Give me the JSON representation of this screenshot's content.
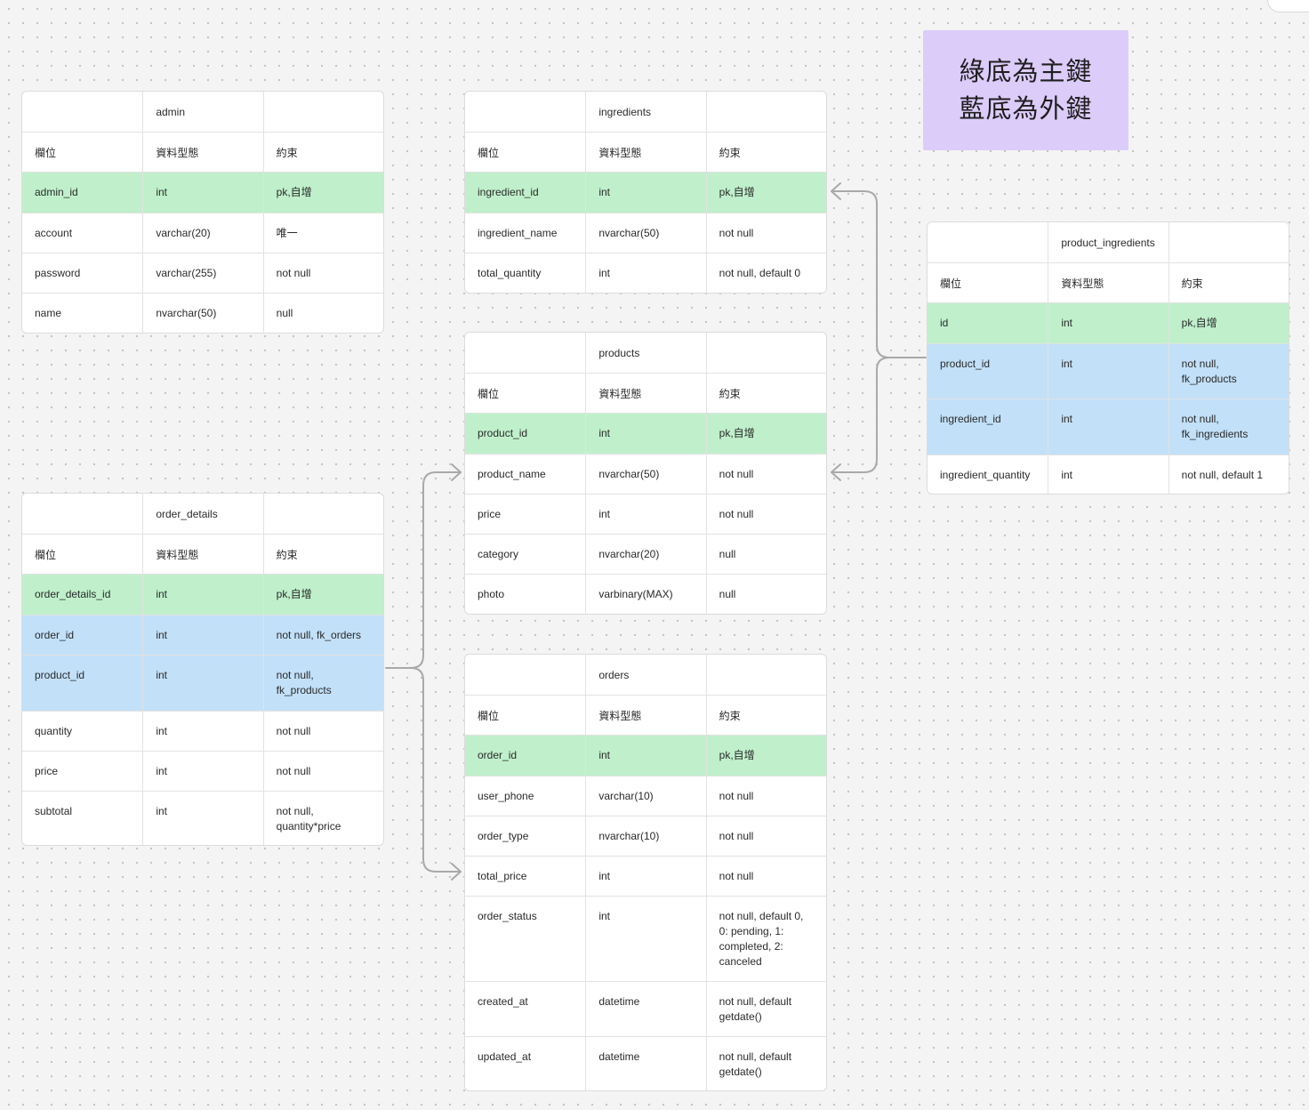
{
  "legend": {
    "line1": "綠底為主鍵",
    "line2": "藍底為外鍵"
  },
  "colors": {
    "pk": "#bff0cb",
    "fk": "#c2e0f8",
    "note": "#dcccfa",
    "connector": "#a9a9a9"
  },
  "tables": {
    "admin": {
      "title": "admin",
      "columns": [
        "欄位",
        "資料型態",
        "約束"
      ],
      "rows": [
        {
          "name": "admin_id",
          "type": "int",
          "constraint": "pk,自增",
          "key": "pk"
        },
        {
          "name": "account",
          "type": "varchar(20)",
          "constraint": "唯一",
          "key": ""
        },
        {
          "name": "password",
          "type": "varchar(255)",
          "constraint": "not null",
          "key": ""
        },
        {
          "name": "name",
          "type": "nvarchar(50)",
          "constraint": "null",
          "key": ""
        }
      ]
    },
    "ingredients": {
      "title": "ingredients",
      "columns": [
        "欄位",
        "資料型態",
        "約束"
      ],
      "rows": [
        {
          "name": "ingredient_id",
          "type": "int",
          "constraint": "pk,自增",
          "key": "pk"
        },
        {
          "name": "ingredient_name",
          "type": "nvarchar(50)",
          "constraint": "not null",
          "key": ""
        },
        {
          "name": "total_quantity",
          "type": "int",
          "constraint": "not null, default 0",
          "key": ""
        }
      ]
    },
    "products": {
      "title": "products",
      "columns": [
        "欄位",
        "資料型態",
        "約束"
      ],
      "rows": [
        {
          "name": "product_id",
          "type": "int",
          "constraint": "pk,自增",
          "key": "pk"
        },
        {
          "name": "product_name",
          "type": "nvarchar(50)",
          "constraint": "not null",
          "key": ""
        },
        {
          "name": "price",
          "type": "int",
          "constraint": "not null",
          "key": ""
        },
        {
          "name": "category",
          "type": "nvarchar(20)",
          "constraint": "null",
          "key": ""
        },
        {
          "name": "photo",
          "type": "varbinary(MAX)",
          "constraint": "null",
          "key": ""
        }
      ]
    },
    "product_ingredients": {
      "title": "product_ingredients",
      "columns": [
        "欄位",
        "資料型態",
        "約束"
      ],
      "rows": [
        {
          "name": "id",
          "type": "int",
          "constraint": "pk,自增",
          "key": "pk"
        },
        {
          "name": "product_id",
          "type": "int",
          "constraint": "not null,\nfk_products",
          "key": "fk"
        },
        {
          "name": "ingredient_id",
          "type": "int",
          "constraint": "not null,\nfk_ingredients",
          "key": "fk"
        },
        {
          "name": "ingredient_quantity",
          "type": "int",
          "constraint": "not null, default 1",
          "key": ""
        }
      ]
    },
    "order_details": {
      "title": "order_details",
      "columns": [
        "欄位",
        "資料型態",
        "約束"
      ],
      "rows": [
        {
          "name": "order_details_id",
          "type": "int",
          "constraint": "pk,自增",
          "key": "pk"
        },
        {
          "name": "order_id",
          "type": "int",
          "constraint": "not null, fk_orders",
          "key": "fk"
        },
        {
          "name": "product_id",
          "type": "int",
          "constraint": "not null,\nfk_products",
          "key": "fk"
        },
        {
          "name": "quantity",
          "type": "int",
          "constraint": "not null",
          "key": ""
        },
        {
          "name": "price",
          "type": "int",
          "constraint": "not null",
          "key": ""
        },
        {
          "name": "subtotal",
          "type": "int",
          "constraint": "not null,\nquantity*price",
          "key": ""
        }
      ]
    },
    "orders": {
      "title": "orders",
      "columns": [
        "欄位",
        "資料型態",
        "約束"
      ],
      "rows": [
        {
          "name": "order_id",
          "type": "int",
          "constraint": "pk,自增",
          "key": "pk"
        },
        {
          "name": "user_phone",
          "type": "varchar(10)",
          "constraint": "not null",
          "key": ""
        },
        {
          "name": "order_type",
          "type": "nvarchar(10)",
          "constraint": "not null",
          "key": ""
        },
        {
          "name": "total_price",
          "type": "int",
          "constraint": "not null",
          "key": ""
        },
        {
          "name": "order_status",
          "type": "int",
          "constraint": "not null, default 0,\n0: pending, 1:\ncompleted, 2:\ncanceled",
          "key": ""
        },
        {
          "name": "created_at",
          "type": "datetime",
          "constraint": "not null, default\ngetdate()",
          "key": ""
        },
        {
          "name": "updated_at",
          "type": "datetime",
          "constraint": "not null, default\ngetdate()",
          "key": ""
        }
      ]
    }
  }
}
